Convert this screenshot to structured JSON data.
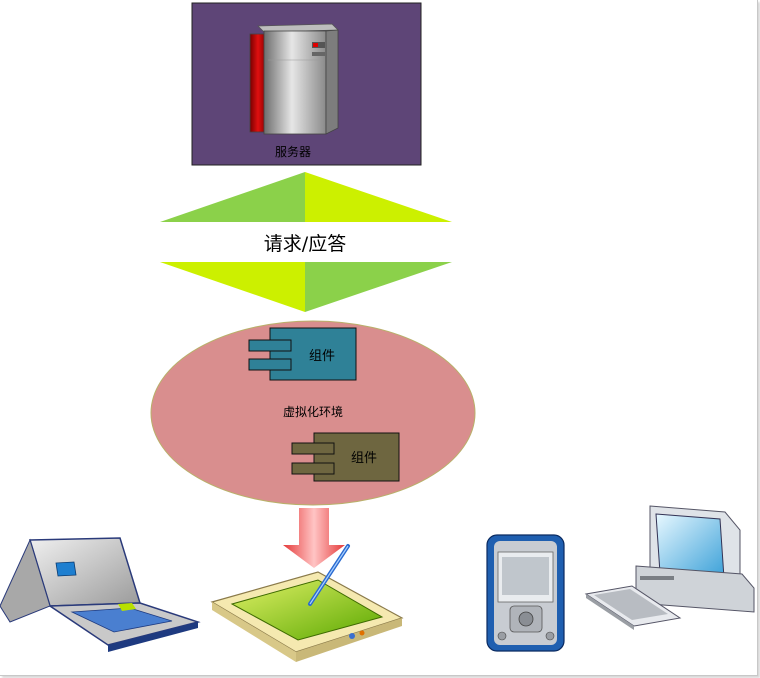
{
  "server": {
    "label": "服务器",
    "bg_color": "#5e4577"
  },
  "arrow": {
    "label": "请求/应答",
    "color_light": "#ccf000",
    "color_mid": "#8bd14a"
  },
  "virtual_env": {
    "label": "虚拟化环境",
    "fill": "#d98e8e"
  },
  "components": [
    {
      "label": "组件",
      "color": "#2f8197"
    },
    {
      "label": "组件",
      "color": "#6e6640"
    }
  ],
  "devices": [
    "laptop-icon",
    "tablet-icon",
    "pda-icon",
    "desktop-computer-icon"
  ]
}
